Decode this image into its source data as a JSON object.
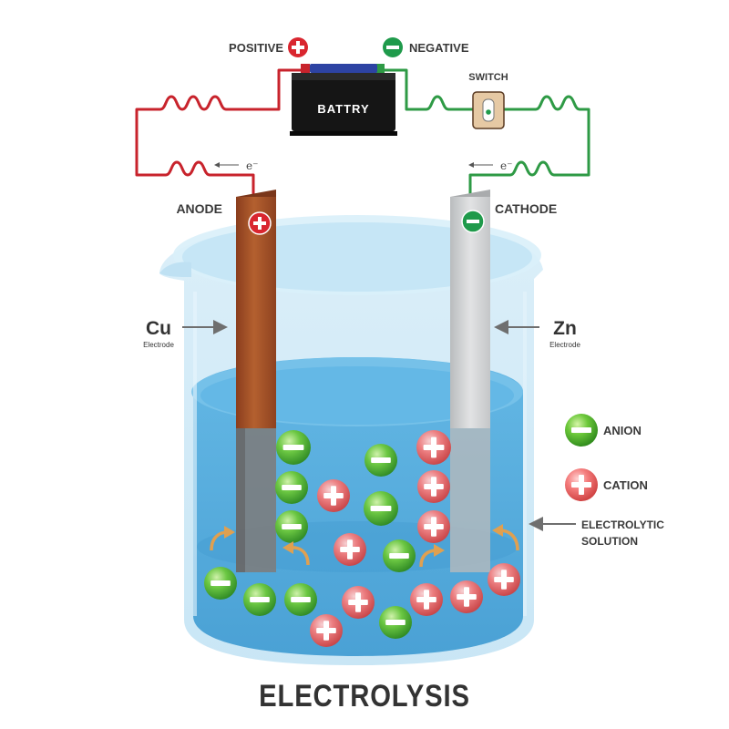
{
  "title": "ELECTROLYSIS",
  "terminals": {
    "positive": "POSITIVE",
    "negative": "NEGATIVE"
  },
  "battery": "BATTRY",
  "switch": "SWITCH",
  "electron": "e⁻",
  "anode": "ANODE",
  "cathode": "CATHODE",
  "left_electrode": {
    "symbol": "Cu",
    "caption": "Electrode"
  },
  "right_electrode": {
    "symbol": "Zn",
    "caption": "Electrode"
  },
  "legend": {
    "anion": "ANION",
    "cation": "CATION"
  },
  "solution": {
    "line1": "ELECTROLYTIC",
    "line2": "SOLUTION"
  },
  "colors": {
    "wire_red": "#c8232c",
    "wire_green": "#2e9a45",
    "positive": "#d9262f",
    "negative": "#1f9a4b",
    "copper": "#a9532b",
    "zinc": "#cfd1d2",
    "solution": "#4aa8dc",
    "anion": "#5bbf2b",
    "cation": "#ef6e6e",
    "arrow": "#e0a050"
  },
  "icons": [
    "plus-icon",
    "minus-icon",
    "switch-icon",
    "arrow-icon",
    "curved-arrow-icon"
  ]
}
